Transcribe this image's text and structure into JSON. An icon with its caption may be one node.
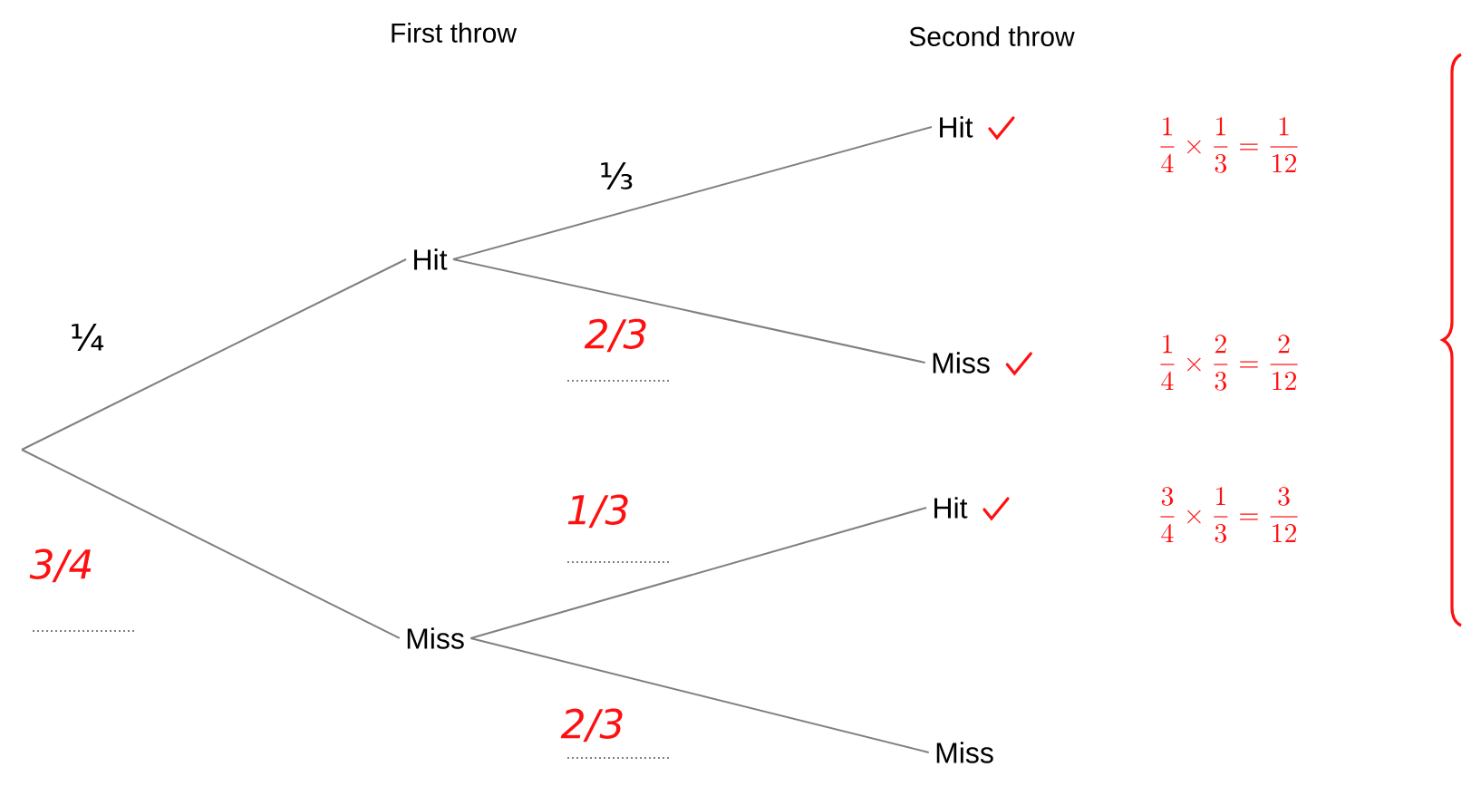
{
  "diagram": {
    "nodes": [
      {
        "text": [
          "Hit"
        ]
      },
      {
        "text": [
          "Miss"
        ]
      },
      {
        "text": [
          "Hit"
        ]
      },
      {
        "text": [
          "Miss"
        ]
      },
      {
        "text": [
          "Hit"
        ]
      },
      {
        "text": [
          "Miss"
        ]
      }
    ],
    "edges": [
      {
        "from": null,
        "to": 0,
        "arrow": "none",
        "label": "¼"
      },
      {
        "from": null,
        "to": 1,
        "arrow": "none",
        "label": "3/4"
      },
      {
        "from": 0,
        "to": 2,
        "arrow": "none",
        "label": "⅓"
      },
      {
        "from": 0,
        "to": 3,
        "arrow": "none",
        "label": "2/3"
      },
      {
        "from": 1,
        "to": 4,
        "arrow": "none",
        "label": "1/3"
      },
      {
        "from": 1,
        "to": 5,
        "arrow": "none",
        "label": "2/3"
      }
    ],
    "labels": [
      "First throw",
      "Second throw",
      "\\frac{1}{4}\\times\\frac{1}{3}=\\frac{1}{12}",
      "\\frac{1}{4}\\times\\frac{2}{3}=\\frac{2}{12}",
      "\\frac{3}{4}\\times\\frac{1}{3}=\\frac{3}{12}"
    ]
  }
}
